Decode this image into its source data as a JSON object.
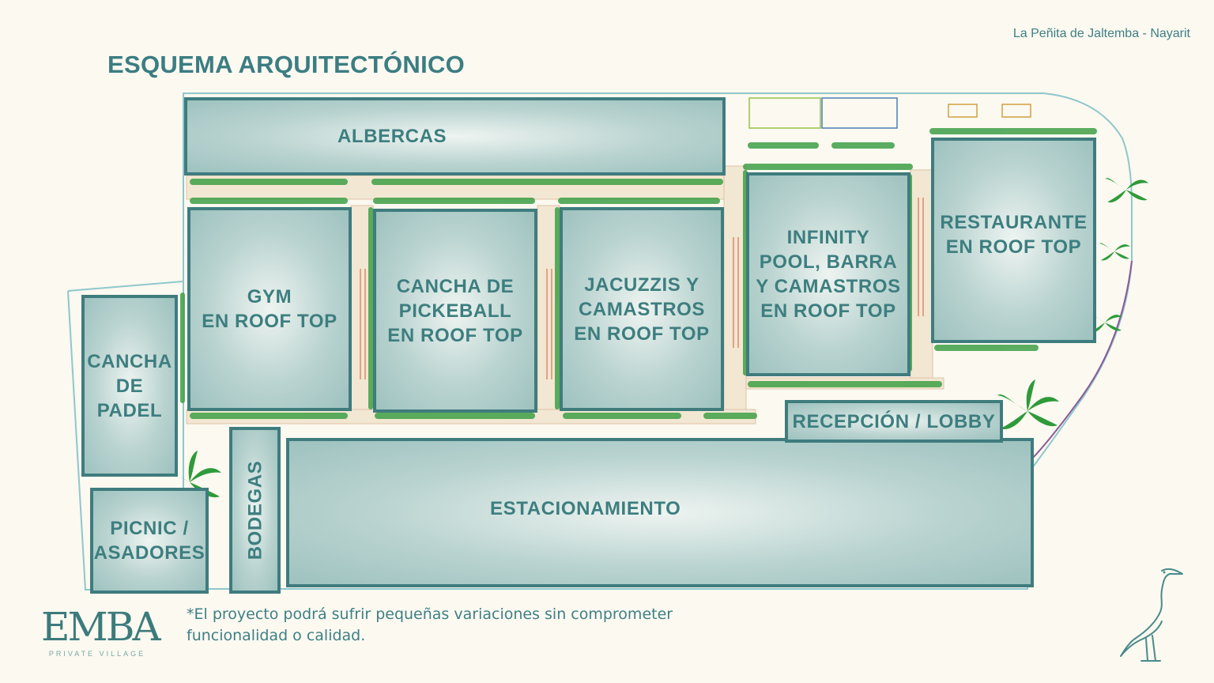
{
  "header": {
    "location": "La Peñita de Jaltemba - Nayarit",
    "title": "ESQUEMA ARQUITECTÓNICO"
  },
  "zones": {
    "albercas": "ALBERCAS",
    "gym": "GYM\nEN ROOF TOP",
    "pickleball": "CANCHA DE\nPICKEBALL\nEN ROOF TOP",
    "jacuzzis": "JACUZZIS Y\nCAMASTROS\nEN ROOF TOP",
    "infinity": "INFINITY\nPOOL, BARRA\nY CAMASTROS\nEN ROOF TOP",
    "restaurante": "RESTAURANTE\nEN ROOF TOP",
    "padel": "CANCHA\nDE\nPADEL",
    "picnic": "PICNIC /\nASADORES",
    "bodegas": "BODEGAS",
    "estacionamiento": "ESTACIONAMIENTO",
    "recepcion": "RECEPCIÓN / LOBBY"
  },
  "disclaimer": "*El proyecto podrá sufrir pequeñas variaciones sin comprometer funcionalidad o calidad.",
  "logo": {
    "mark": "EMBA",
    "tagline": "PRIVATE VILLAGE"
  },
  "colors": {
    "background": "#fbf9f0",
    "accent": "#3b7d82",
    "zone_fill": "#b9d3d0",
    "zone_border": "#3f7c7e",
    "planter": "#3a9a3e",
    "deck": "#d9a27a"
  },
  "icons": [
    "palm-tree-icon",
    "heron-icon"
  ]
}
